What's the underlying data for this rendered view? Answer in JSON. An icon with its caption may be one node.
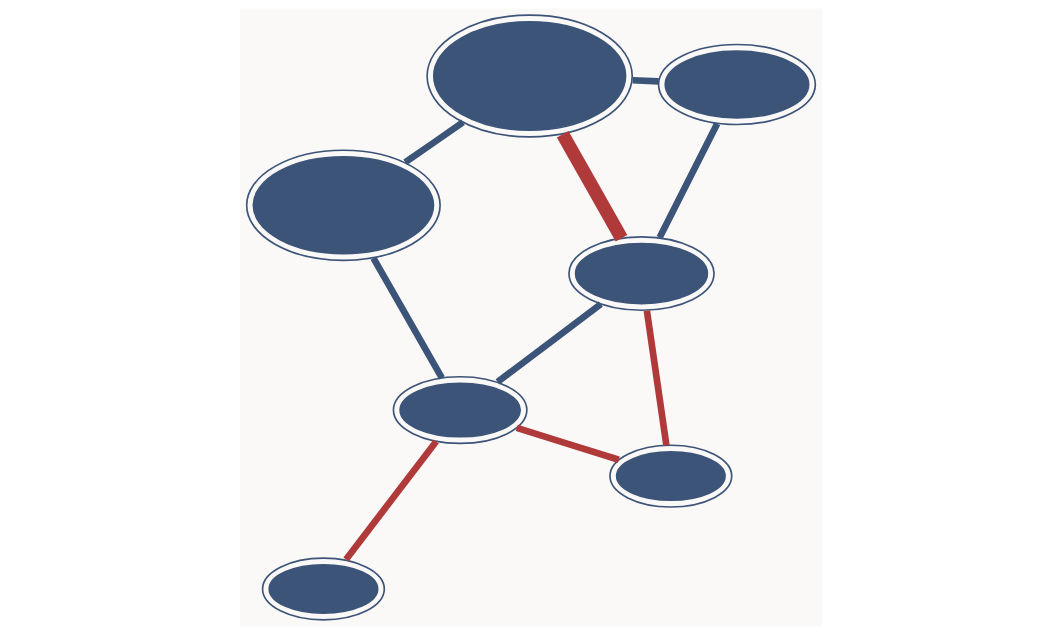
{
  "diagram": {
    "nodes": [
      {
        "text": [],
        "shape": "circle"
      },
      {
        "text": [],
        "shape": "circle"
      },
      {
        "text": [],
        "shape": "circle"
      },
      {
        "text": [],
        "shape": "circle"
      },
      {
        "text": [],
        "shape": "circle"
      },
      {
        "text": [],
        "shape": "circle"
      },
      {
        "text": [],
        "shape": "circle"
      }
    ],
    "edges": [
      {
        "from": 1,
        "to": 3,
        "arrow": "none",
        "color": "#b03a3a"
      },
      {
        "from": 1,
        "to": 2,
        "arrow": "none",
        "color": "#b03a3a"
      },
      {
        "from": 0,
        "to": 2,
        "arrow": "none",
        "color": "#b03a3a"
      },
      {
        "from": 3,
        "to": 2,
        "arrow": "none"
      },
      {
        "from": 4,
        "to": 3,
        "arrow": "none"
      },
      {
        "from": 4,
        "to": 6,
        "arrow": "none"
      },
      {
        "from": 3,
        "to": 6,
        "arrow": "none",
        "style": "thick",
        "color": "#b03a3a"
      },
      {
        "from": 6,
        "to": 5,
        "arrow": "none"
      },
      {
        "from": 5,
        "to": 2,
        "arrow": "none"
      }
    ]
  }
}
